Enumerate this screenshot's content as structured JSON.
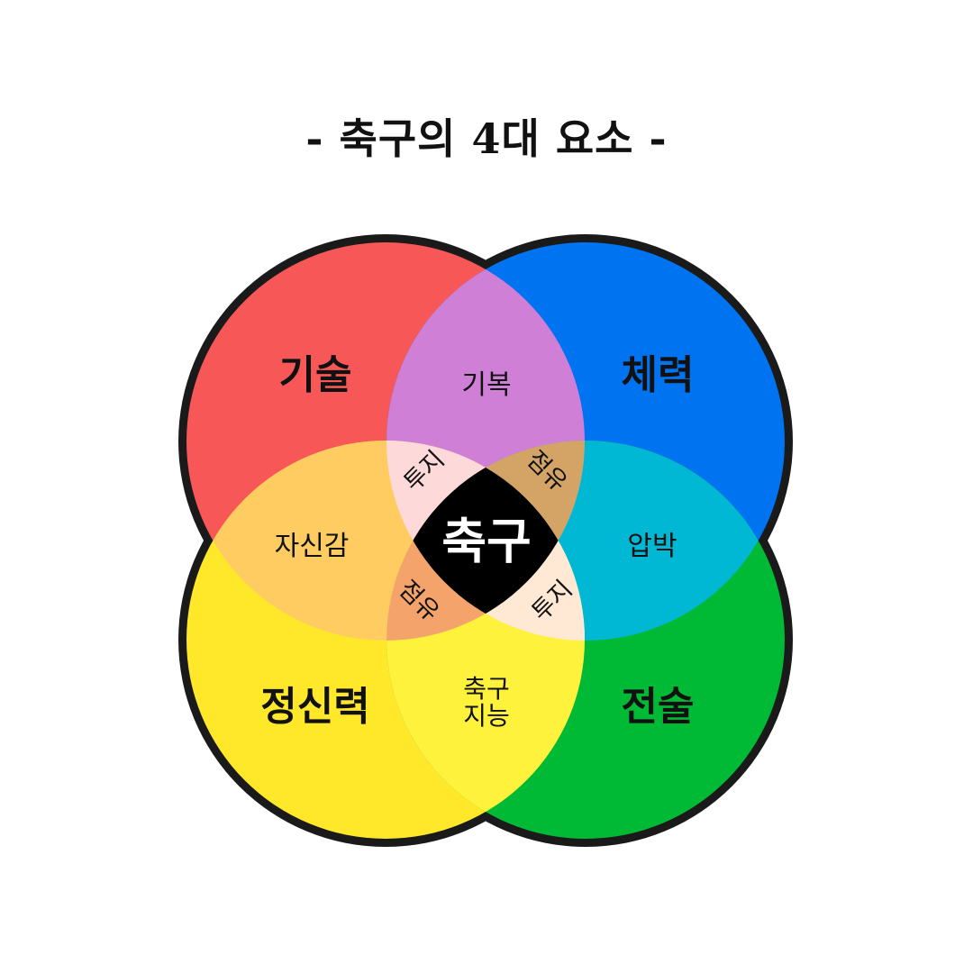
{
  "title": "- 축구의 4대 요소 -",
  "colors": {
    "skill": "#F75757",
    "fitness": "#0074F0",
    "mental": "#FFE82A",
    "tactics": "#00B934",
    "skill_fitness": "#D07FD6",
    "skill_mental": "#FFCC61",
    "fitness_tactics": "#00B8D4",
    "mental_tactics": "#FFF23D",
    "tl_inner": "#FDD9DA",
    "tr_inner": "#D4A467",
    "bl_inner": "#F4A46A",
    "br_inner": "#FFE9D5",
    "core": "#000000",
    "outline": "#1A1A1A"
  },
  "circles": {
    "top_left": "기술",
    "top_right": "체력",
    "bottom_left": "정신력",
    "bottom_right": "전술"
  },
  "overlaps": {
    "top": "기복",
    "left": "자신감",
    "right": "압박",
    "bottom_line1": "축구",
    "bottom_line2": "지능"
  },
  "inner": {
    "top_left": "투지",
    "top_right": "점유",
    "bottom_left": "점유",
    "bottom_right": "투지"
  },
  "center": "축구"
}
